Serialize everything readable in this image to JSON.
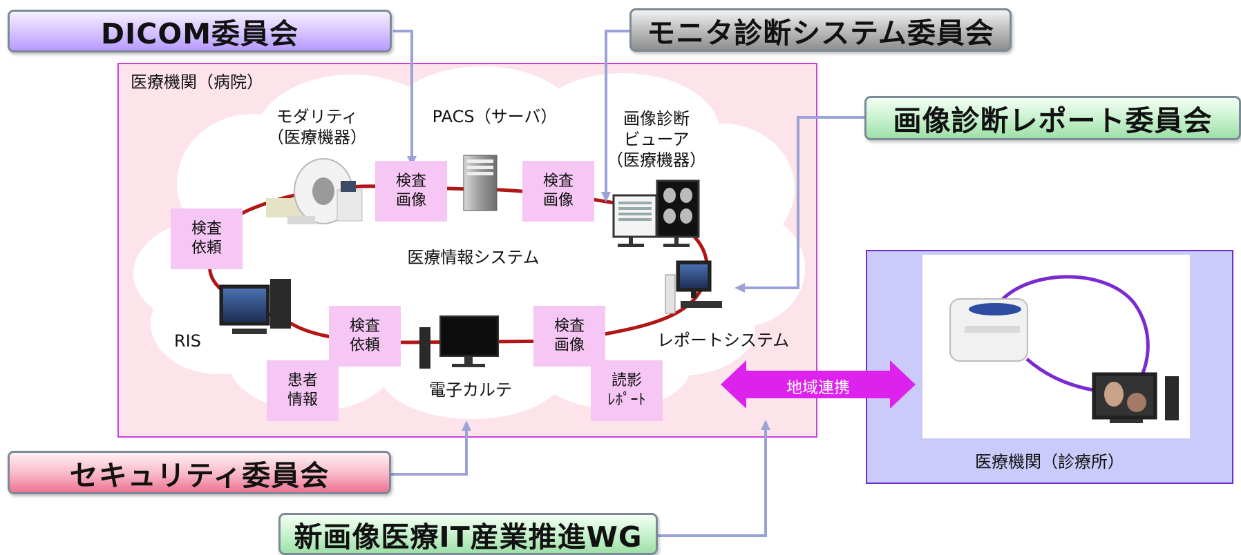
{
  "committees": {
    "dicom": "DICOM委員会",
    "monitor": "モニタ診断システム委員会",
    "report": "画像診断レポート委員会",
    "security": "セキュリティ委員会",
    "wg": "新画像医療IT産業推進WG"
  },
  "hospital": {
    "title": "医療機関（病院）",
    "network_label": "医療情報システム",
    "nodes": {
      "modality": [
        "モダリティ",
        "（医療機器）"
      ],
      "pacs": "PACS（サーバ）",
      "viewer": [
        "画像診断",
        "ビューア",
        "（医療機器）"
      ],
      "report_system": "レポートシステム",
      "ris": "RIS",
      "ehr": "電子カルテ"
    },
    "tags": {
      "exam_image_1": [
        "検査",
        "画像"
      ],
      "exam_image_2": [
        "検査",
        "画像"
      ],
      "exam_request_1": [
        "検査",
        "依頼"
      ],
      "exam_request_2": [
        "検査",
        "依頼"
      ],
      "exam_image_3": [
        "検査",
        "画像"
      ],
      "patient_info": [
        "患者",
        "情報"
      ],
      "reading_report": [
        "読影",
        "ﾚﾎﾟｰﾄ"
      ]
    }
  },
  "regional_link": "地域連携",
  "clinic": {
    "title": "医療機関（診療所）"
  },
  "colors": {
    "hospital_fill": "#fde4ea",
    "hospital_border": "#c93fe0",
    "clinic_fill": "#cacbfa",
    "clinic_border": "#6a2bd2",
    "network_line": "#b01616",
    "connector": "#9aa2d8",
    "regional_arrow": "#dd22ee",
    "tag_fill": "#f6c6f4"
  },
  "icons": [
    "ct-scanner-icon",
    "server-tower-icon",
    "dual-monitor-icon",
    "desktop-pc-icon",
    "workstation-icon",
    "printer-scanner-icon"
  ]
}
